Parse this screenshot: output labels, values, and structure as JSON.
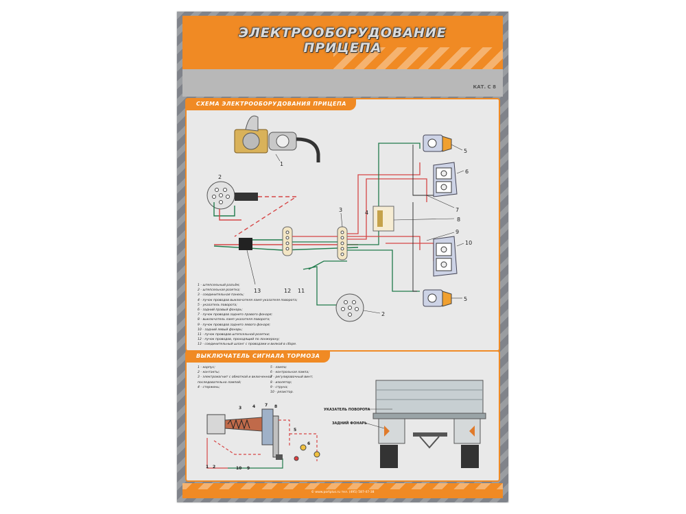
{
  "header": {
    "title_line1": "ЭЛЕКТРООБОРУДОВАНИЕ",
    "title_line2": "ПРИЦЕПА",
    "catalog_code": "КАТ. С 8"
  },
  "scheme_panel": {
    "title": "СХЕМА ЭЛЕКТРООБОРУДОВАНИЯ ПРИЦЕПА",
    "callouts": [
      "1",
      "2",
      "3",
      "4",
      "5",
      "6",
      "7",
      "8",
      "9",
      "10",
      "5",
      "2",
      "13",
      "12",
      "11"
    ],
    "legend": [
      "1 - штепсельный разъём;",
      "2 - штепсельная розетка;",
      "3 - соединительная панель;",
      "4 - пучок проводов выключателя ламп указателя поворота;",
      "5 - указатель поворота;",
      "6 - задний правый фонарь;",
      "7 - пучок проводов заднего правого фонаря;",
      "8 - выключатель ламп указателя поворота;",
      "9 - пучок проводов заднего левого фонаря;",
      "10 - задний левый фонарь;",
      "11 - пучок проводов штепсельной розетки;",
      "12 - пучок проводов, проходящий по лонжерону;",
      "13 - соединительный шланг с проводами и вилкой в сборе."
    ]
  },
  "brake_panel": {
    "title": "ВЫКЛЮЧАТЕЛЬ СИГНАЛА ТОРМОЗА",
    "legend_left": [
      "1 - корпус;",
      "2 - контакты;",
      "3 - электромагнит с обмоткой и включенной",
      "последовательно лампой;",
      "4 - стержень;"
    ],
    "legend_right": [
      "5 - лампа;",
      "6 - контрольная лампа;",
      "7 - регулировочный винт;",
      "8 - изолятор;",
      "9 - струна;",
      "10 - резистор."
    ],
    "truck_labels": [
      "УКАЗАТЕЛЬ ПОВОРОТА",
      "ЗАДНИЙ ФОНАРЬ"
    ],
    "diagram_numbers": [
      "1",
      "2",
      "3",
      "4",
      "5",
      "6",
      "7",
      "8",
      "9",
      "10"
    ]
  },
  "footer": {
    "text": "© www.portplus.ru  тел. (495) 587-47-38"
  }
}
